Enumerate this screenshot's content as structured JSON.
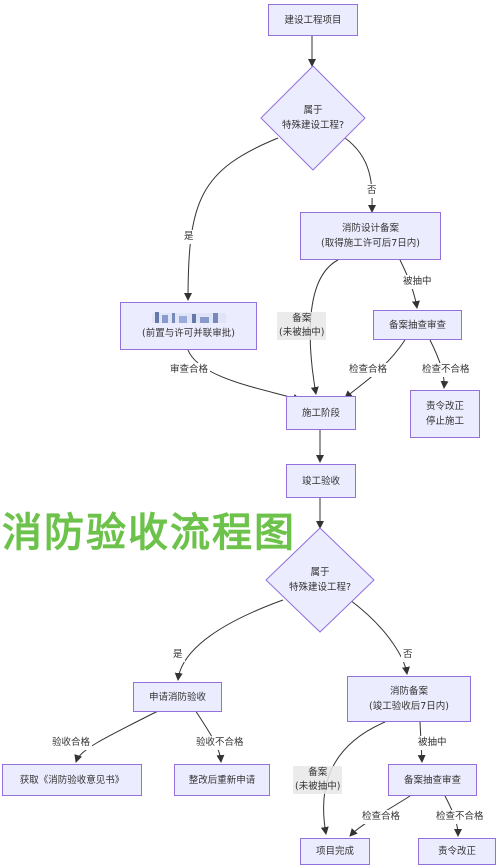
{
  "top": {
    "start": "建设工程项目",
    "decision_line1": "属于",
    "decision_line2": "特殊建设工程?",
    "yes": "是",
    "no": "否",
    "approval_line2": "(前置与许可并联审批)",
    "design_filing_line1": "消防设计备案",
    "design_filing_line2": "(取得施工许可后7日内)",
    "filing_not_sampled_line1": "备案",
    "filing_not_sampled_line2": "(未被抽中)",
    "sampled": "被抽中",
    "filing_review": "备案抽查审查",
    "review_pass": "审查合格",
    "check_pass": "检查合格",
    "check_fail": "检查不合格",
    "rectify_line1": "责令改正",
    "rectify_line2": "停止施工",
    "construction": "施工阶段",
    "completion": "竣工验收"
  },
  "bottom": {
    "decision_line1": "属于",
    "decision_line2": "特殊建设工程?",
    "yes": "是",
    "no": "否",
    "apply_acceptance": "申请消防验收",
    "accept_pass": "验收合格",
    "accept_fail": "验收不合格",
    "get_opinion": "获取《消防验收意见书》",
    "rectify_reapply": "整改后重新申请",
    "filing_line1": "消防备案",
    "filing_line2": "(竣工验收后7日内)",
    "filing_not_sampled_line1": "备案",
    "filing_not_sampled_line2": "(未被抽中)",
    "sampled": "被抽中",
    "filing_review": "备案抽查审查",
    "check_pass": "检查合格",
    "check_fail": "检查不合格",
    "project_done": "项目完成",
    "rectify": "责令改正"
  },
  "watermark": "消防验收流程图",
  "colors": {
    "node_fill": "#ececff",
    "node_border": "#9370db",
    "edge": "#333333",
    "watermark": "#6cc24a"
  }
}
